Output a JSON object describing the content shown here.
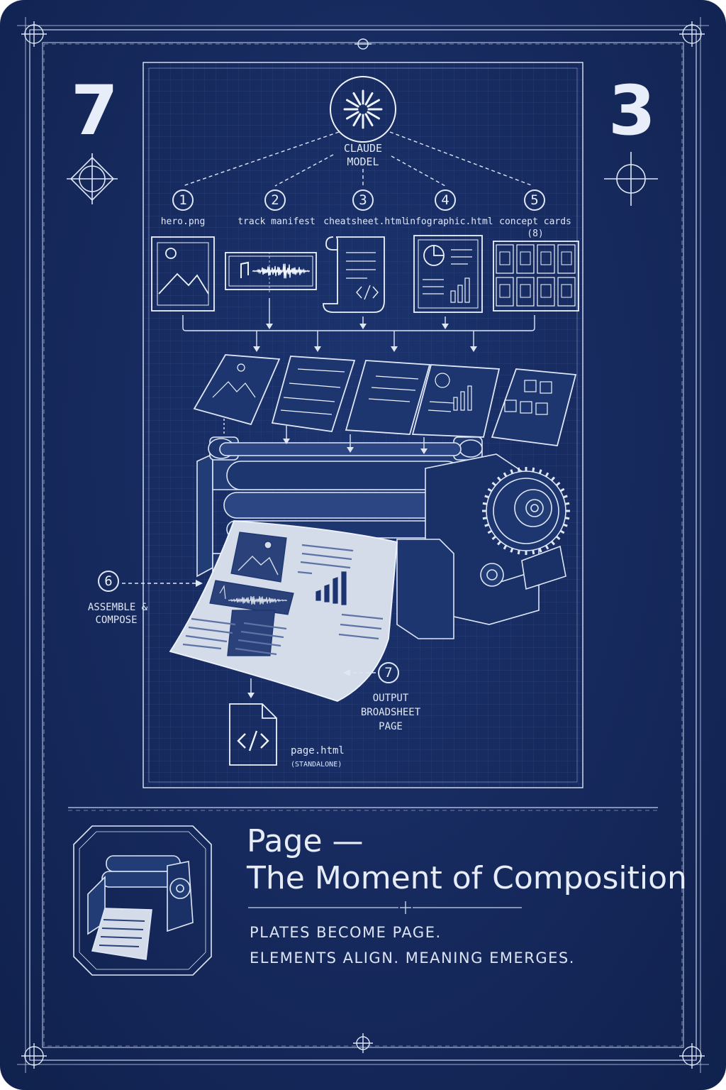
{
  "card": {
    "rank_left": "7",
    "rank_right": "3",
    "title_line1": "Page —",
    "title_line2": "The Moment of Composition",
    "subtitle_line1": "PLATES BECOME PAGE.",
    "subtitle_line2": "ELEMENTS ALIGN. MEANING EMERGES."
  },
  "diagram": {
    "model": {
      "line1": "CLAUDE",
      "line2": "MODEL",
      "icon": "starburst-icon"
    },
    "inputs": [
      {
        "number": "1",
        "label": "hero.png",
        "icon": "image-icon"
      },
      {
        "number": "2",
        "label": "track manifest",
        "icon": "audio-waveform-icon"
      },
      {
        "number": "3",
        "label": "cheatsheet.html",
        "icon": "scroll-code-icon"
      },
      {
        "number": "4",
        "label": "infographic.html",
        "icon": "infographic-icon"
      },
      {
        "number": "5",
        "label": "concept cards",
        "label_sub": "(8)",
        "icon": "card-grid-icon"
      }
    ],
    "assemble": {
      "number": "6",
      "line1": "ASSEMBLE &",
      "line2": "COMPOSE"
    },
    "output": {
      "number": "7",
      "line1": "OUTPUT",
      "line2": "BROADSHEET",
      "line3": "PAGE"
    },
    "file": {
      "name": "page.html",
      "note": "(STANDALONE)",
      "icon": "code-file-icon"
    }
  },
  "colors": {
    "background": "#16295c",
    "line": "#dfe7f7",
    "grid": "#2a4279"
  }
}
